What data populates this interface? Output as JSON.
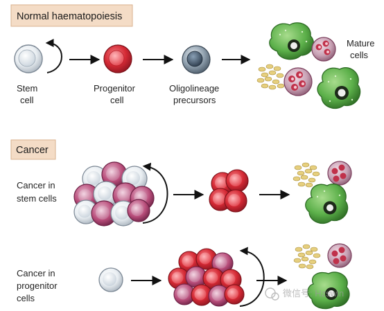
{
  "sections": {
    "normal": {
      "title": "Normal haematopoiesis",
      "stem_label_1": "Stem",
      "stem_label_2": "cell",
      "progenitor_label_1": "Progenitor",
      "progenitor_label_2": "cell",
      "oligo_label_1": "Oligolineage",
      "oligo_label_2": "precursors",
      "mature_label_1": "Mature",
      "mature_label_2": "cells"
    },
    "cancer": {
      "title": "Cancer",
      "stem_row_label_1": "Cancer in",
      "stem_row_label_2": "stem cells",
      "prog_row_label_1": "Cancer in",
      "prog_row_label_2": "progenitor",
      "prog_row_label_3": "cells"
    }
  },
  "watermark": {
    "text": "微信号: Hzswln"
  },
  "colors": {
    "header_fill": "#f4dcc6",
    "stem_cell": "#d6dde3",
    "progenitor_cell": "#d52a35",
    "precursor_cell": "#7b8d9d",
    "mature_purple": "#b84d7a",
    "mature_green": "#5cb04a",
    "granule_tan": "#e6cf7e",
    "arrow": "#111111"
  }
}
